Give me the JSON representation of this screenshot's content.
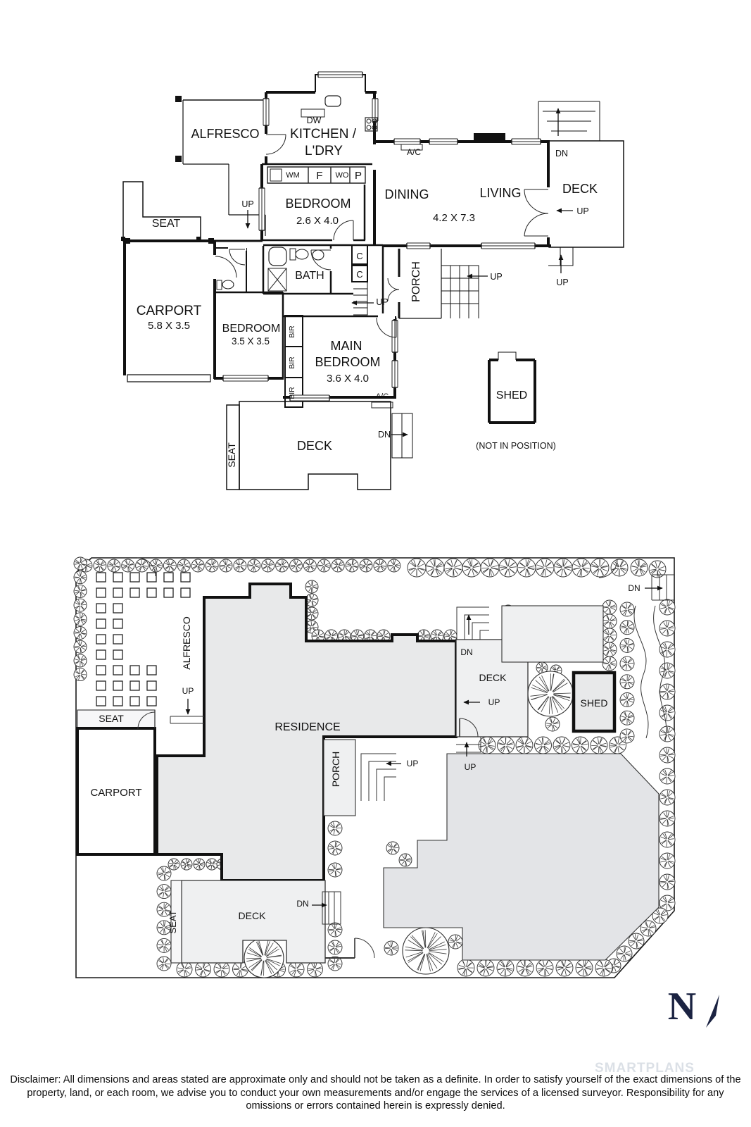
{
  "labels": {
    "alfresco": "ALFRESCO",
    "kitchen_l1": "KITCHEN /",
    "kitchen_l2": "L'DRY",
    "dw": "DW",
    "wm": "WM",
    "fridge": "F",
    "wall_oven": "WO",
    "pantry": "P",
    "bedroom": "BEDROOM",
    "bedroom2_dims": "2.6 X 4.0",
    "dining": "DINING",
    "living": "LIVING",
    "living_dims": "4.2 X 7.3",
    "deck": "DECK",
    "porch": "PORCH",
    "seat": "SEAT",
    "carport": "CARPORT",
    "carport_dims": "5.8 X 3.5",
    "bedroom3_dims": "3.5 X 3.5",
    "bath": "BATH",
    "cupboard": "C",
    "bir": "BIR",
    "main1": "MAIN",
    "main_dims": "3.6 X 4.0",
    "shed": "SHED",
    "shed_note": "(NOT IN POSITION)",
    "residence": "RESIDENCE",
    "up": "UP",
    "dn": "DN",
    "ac": "A/C"
  },
  "compass": {
    "north": "N"
  },
  "watermark": "SMARTPLANS",
  "disclaimer": "Disclaimer: All dimensions and areas stated are approximate only and should not be taken as a definite. In order to satisfy yourself of the exact dimensions of the property, land, or each room, we advise you to conduct your own measurements and/or engage the services of a licensed surveyor. Responsibility for any omissions or errors contained herein is expressly denied.",
  "colors": {
    "line": "#1a1a1a",
    "residence_fill": "#e8e9ea",
    "paved_fill": "#eff0f1",
    "lawn_fill": "#e3e4e7",
    "north": "#1b2342"
  }
}
